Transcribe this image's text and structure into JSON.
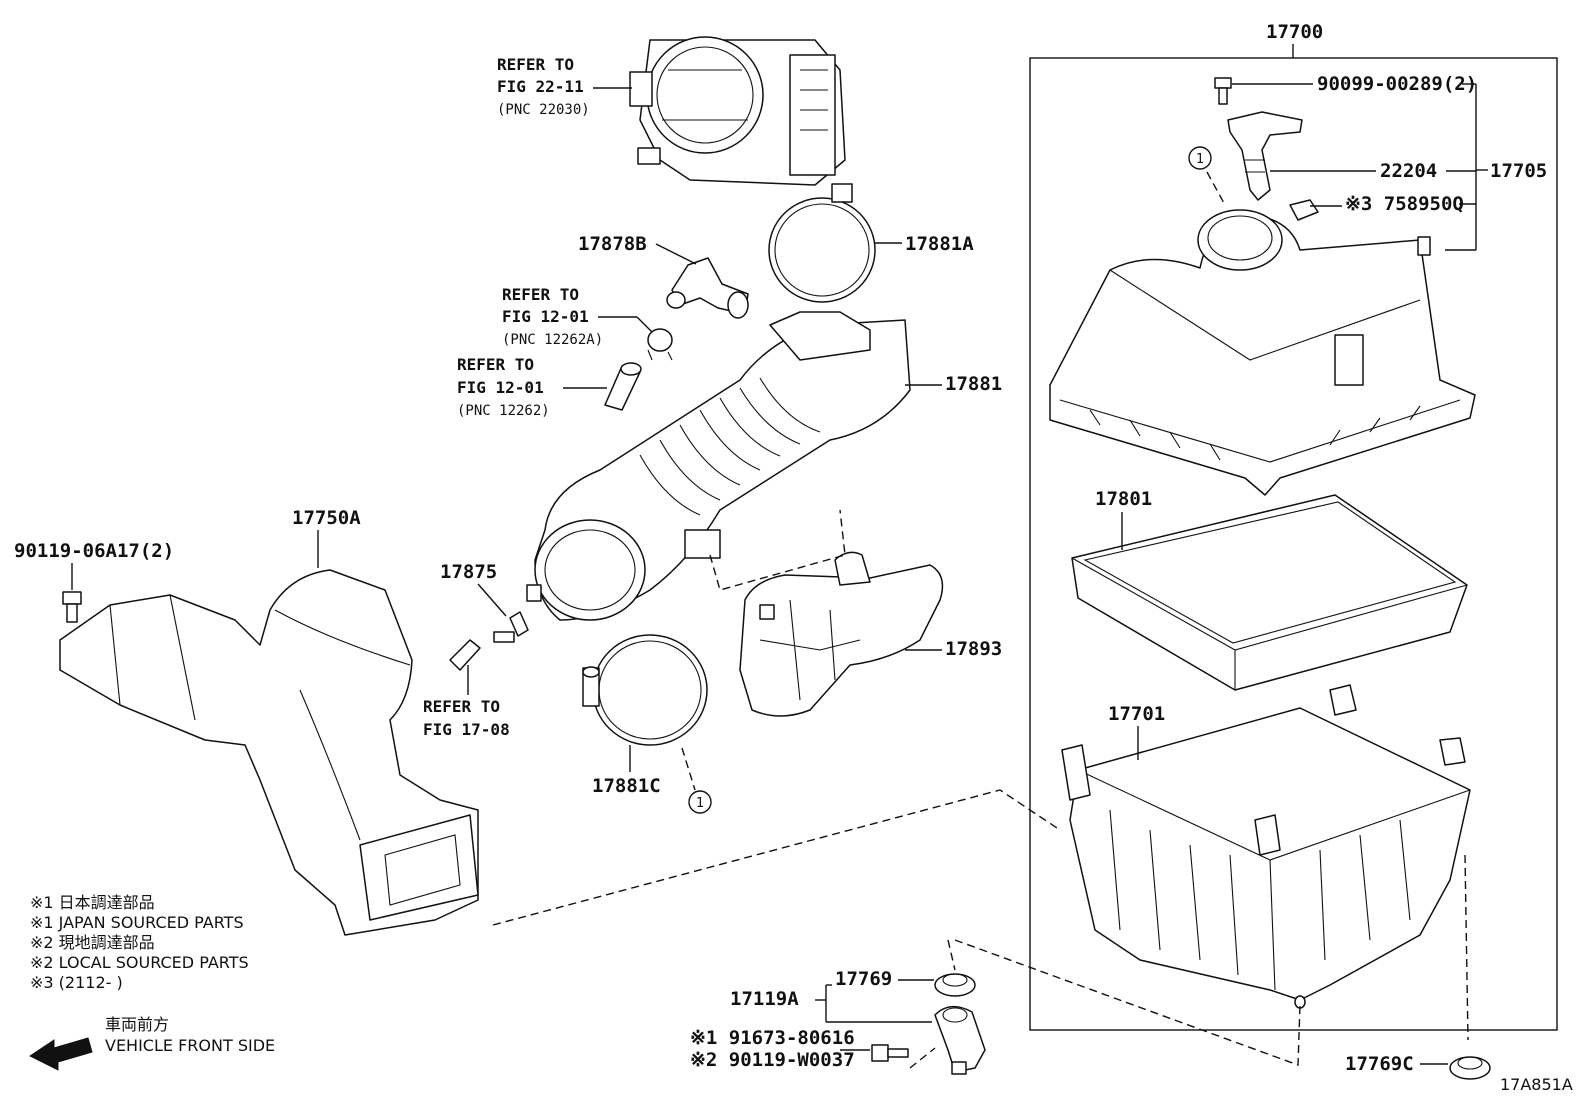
{
  "diagram": {
    "figure_code": "17A851A",
    "labels": {
      "p17700": "17700",
      "p90099": "90099-00289(2)",
      "p22204": "22204",
      "p17705": "17705",
      "p758950": "※3 758950Q",
      "p17878b": "17878B",
      "p17881a": "17881A",
      "p17881": "17881",
      "p17801": "17801",
      "p17750a": "17750A",
      "p90119a": "90119-06A17(2)",
      "p17875": "17875",
      "p17893": "17893",
      "p17701": "17701",
      "p17881c": "17881C",
      "p17769": "17769",
      "p17119a": "17119A",
      "p91673": "※1 91673-80616",
      "p90119w": "※2 90119-W0037",
      "p17769c": "17769C",
      "circle1": "1"
    },
    "refs": {
      "r1_l1": "REFER TO",
      "r1_l2": "FIG 22-11",
      "r1_l3": "(PNC 22030)",
      "r2_l1": "REFER TO",
      "r2_l2": "FIG 12-01",
      "r2_l3": "(PNC 12262A)",
      "r3_l1": "REFER TO",
      "r3_l2": "FIG 12-01",
      "r3_l3": "(PNC 12262)",
      "r4_l1": "REFER TO",
      "r4_l2": "FIG 17-08"
    },
    "notes": {
      "n1": "※1  日本調達部品",
      "n2": "※1  JAPAN SOURCED PARTS",
      "n3": "※2  現地調達部品",
      "n4": "※2  LOCAL SOURCED PARTS",
      "n5": "※3 (2112-         )"
    },
    "direction": {
      "jp": "車両前方",
      "en": "VEHICLE FRONT SIDE"
    }
  }
}
